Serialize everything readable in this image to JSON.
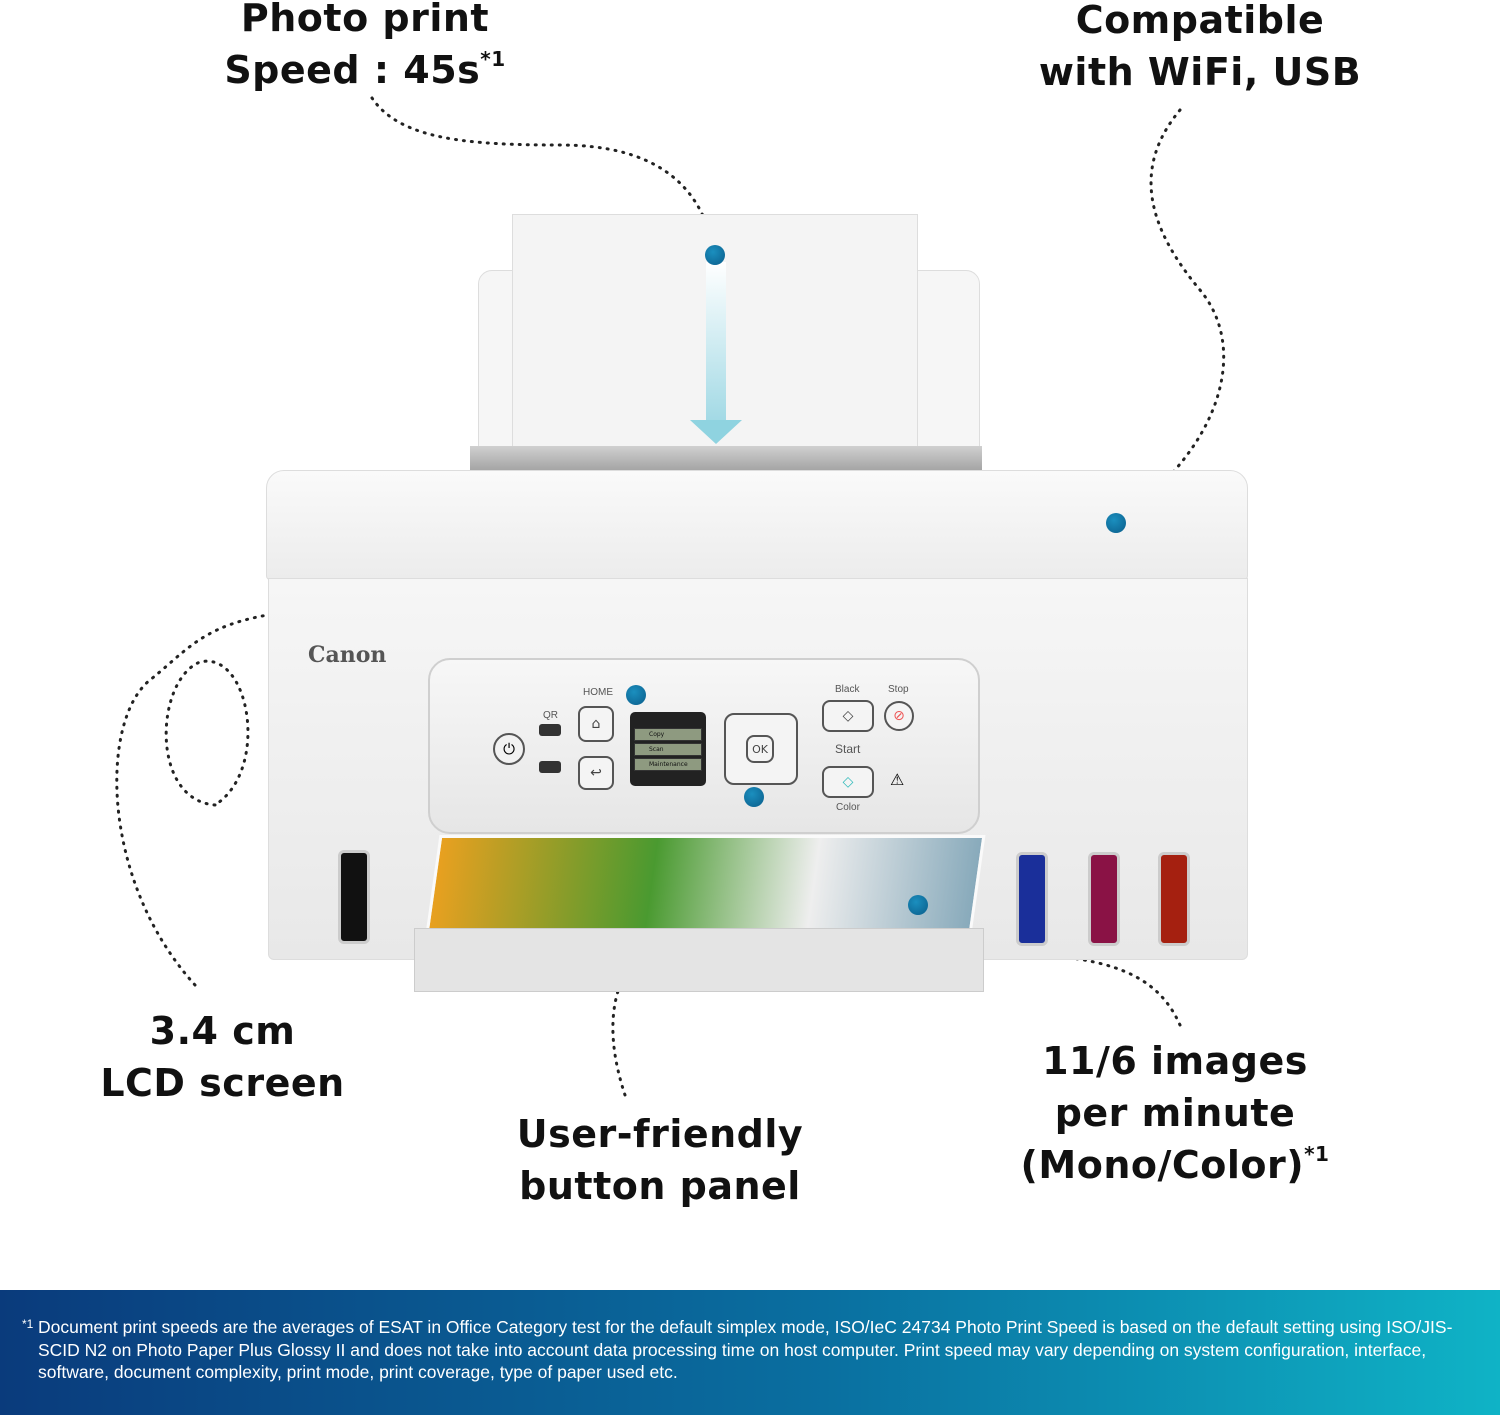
{
  "callouts": {
    "photo_speed": {
      "line1": "Photo print",
      "line2": "Speed : 45s",
      "note": "*1"
    },
    "connectivity": {
      "line1": "Compatible",
      "line2": "with WiFi, USB"
    },
    "lcd": {
      "line1": "3.4 cm",
      "line2": "LCD screen"
    },
    "panel": {
      "line1": "User-friendly",
      "line2": "button panel"
    },
    "ipm": {
      "line1": "11/6 images",
      "line2": "per minute",
      "line3": "(Mono/Color)",
      "note": "*1"
    }
  },
  "printer": {
    "brand": "Canon",
    "panel_labels": {
      "home": "HOME",
      "qr": "QR",
      "black": "Black",
      "stop": "Stop",
      "start": "Start",
      "color": "Color",
      "ok": "OK"
    },
    "lcd_menu": [
      "Copy",
      "Scan",
      "Maintenance"
    ],
    "ink_colors": {
      "black": "#111111",
      "cyan": "#1a2f9a",
      "magenta": "#8a1245",
      "yellow": "#a52010"
    }
  },
  "colors": {
    "accent_dot": "#0a6fa0",
    "footer_start": "#0a3b7c",
    "footer_end": "#0fb3c6"
  },
  "footer": {
    "mark": "*1",
    "text": "Document print speeds are the averages of ESAT in Office Category test for the default simplex mode, ISO/IeC 24734 Photo Print Speed is based on the default setting using ISO/JIS-SCID N2 on Photo Paper Plus Glossy II and does not take into account data processing time on host computer. Print speed may vary depending on system configuration, interface, software, document complexity, print mode, print coverage, type of paper used etc."
  }
}
